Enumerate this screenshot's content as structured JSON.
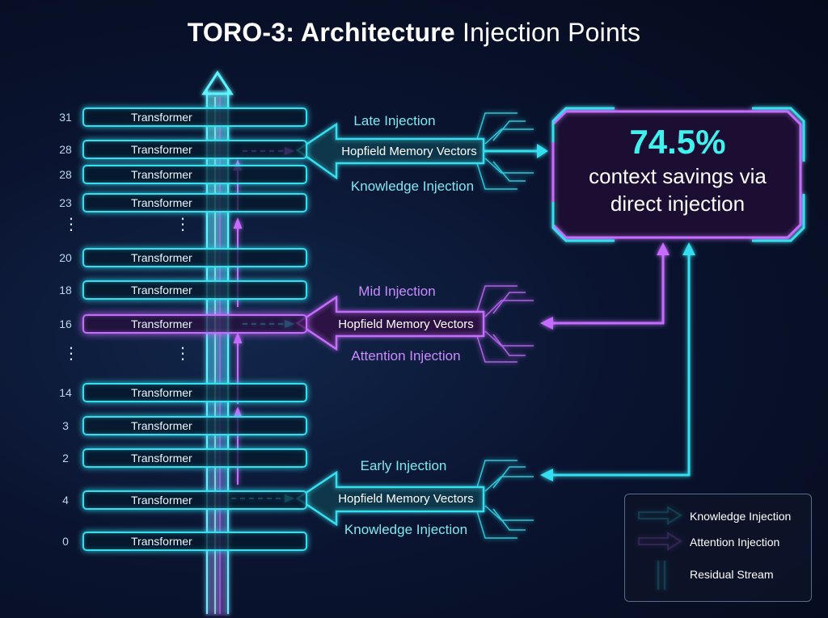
{
  "title": {
    "bold": "TORO-3: Architecture",
    "rest": " Injection Points"
  },
  "layer_label": "Transformer",
  "layers": [
    "31",
    "28",
    "28",
    "23",
    "20",
    "18",
    "16",
    "14",
    "3",
    "2",
    "4",
    "0"
  ],
  "injections": {
    "late": {
      "top_label": "Late Injection",
      "bottom_label": "Knowledge Injection",
      "arrow_text": "Hopfield Memory Vectors"
    },
    "mid": {
      "top_label": "Mid Injection",
      "bottom_label": "Attention Injection",
      "arrow_text": "Hopfield Memory Vectors"
    },
    "early": {
      "top_label": "Early Injection",
      "bottom_label": "Knowledge Injection",
      "arrow_text": "Hopfield Memory Vectors"
    }
  },
  "stat": {
    "value": "74.5%",
    "line1": "context savings via",
    "line2": "direct injection"
  },
  "legend": {
    "knowledge": "Knowledge Injection",
    "attention": "Attention Injection",
    "residual": "Residual Stream"
  },
  "colors": {
    "cyan": "#34dff0",
    "pink": "#c66cff",
    "background": "#0a1430"
  }
}
